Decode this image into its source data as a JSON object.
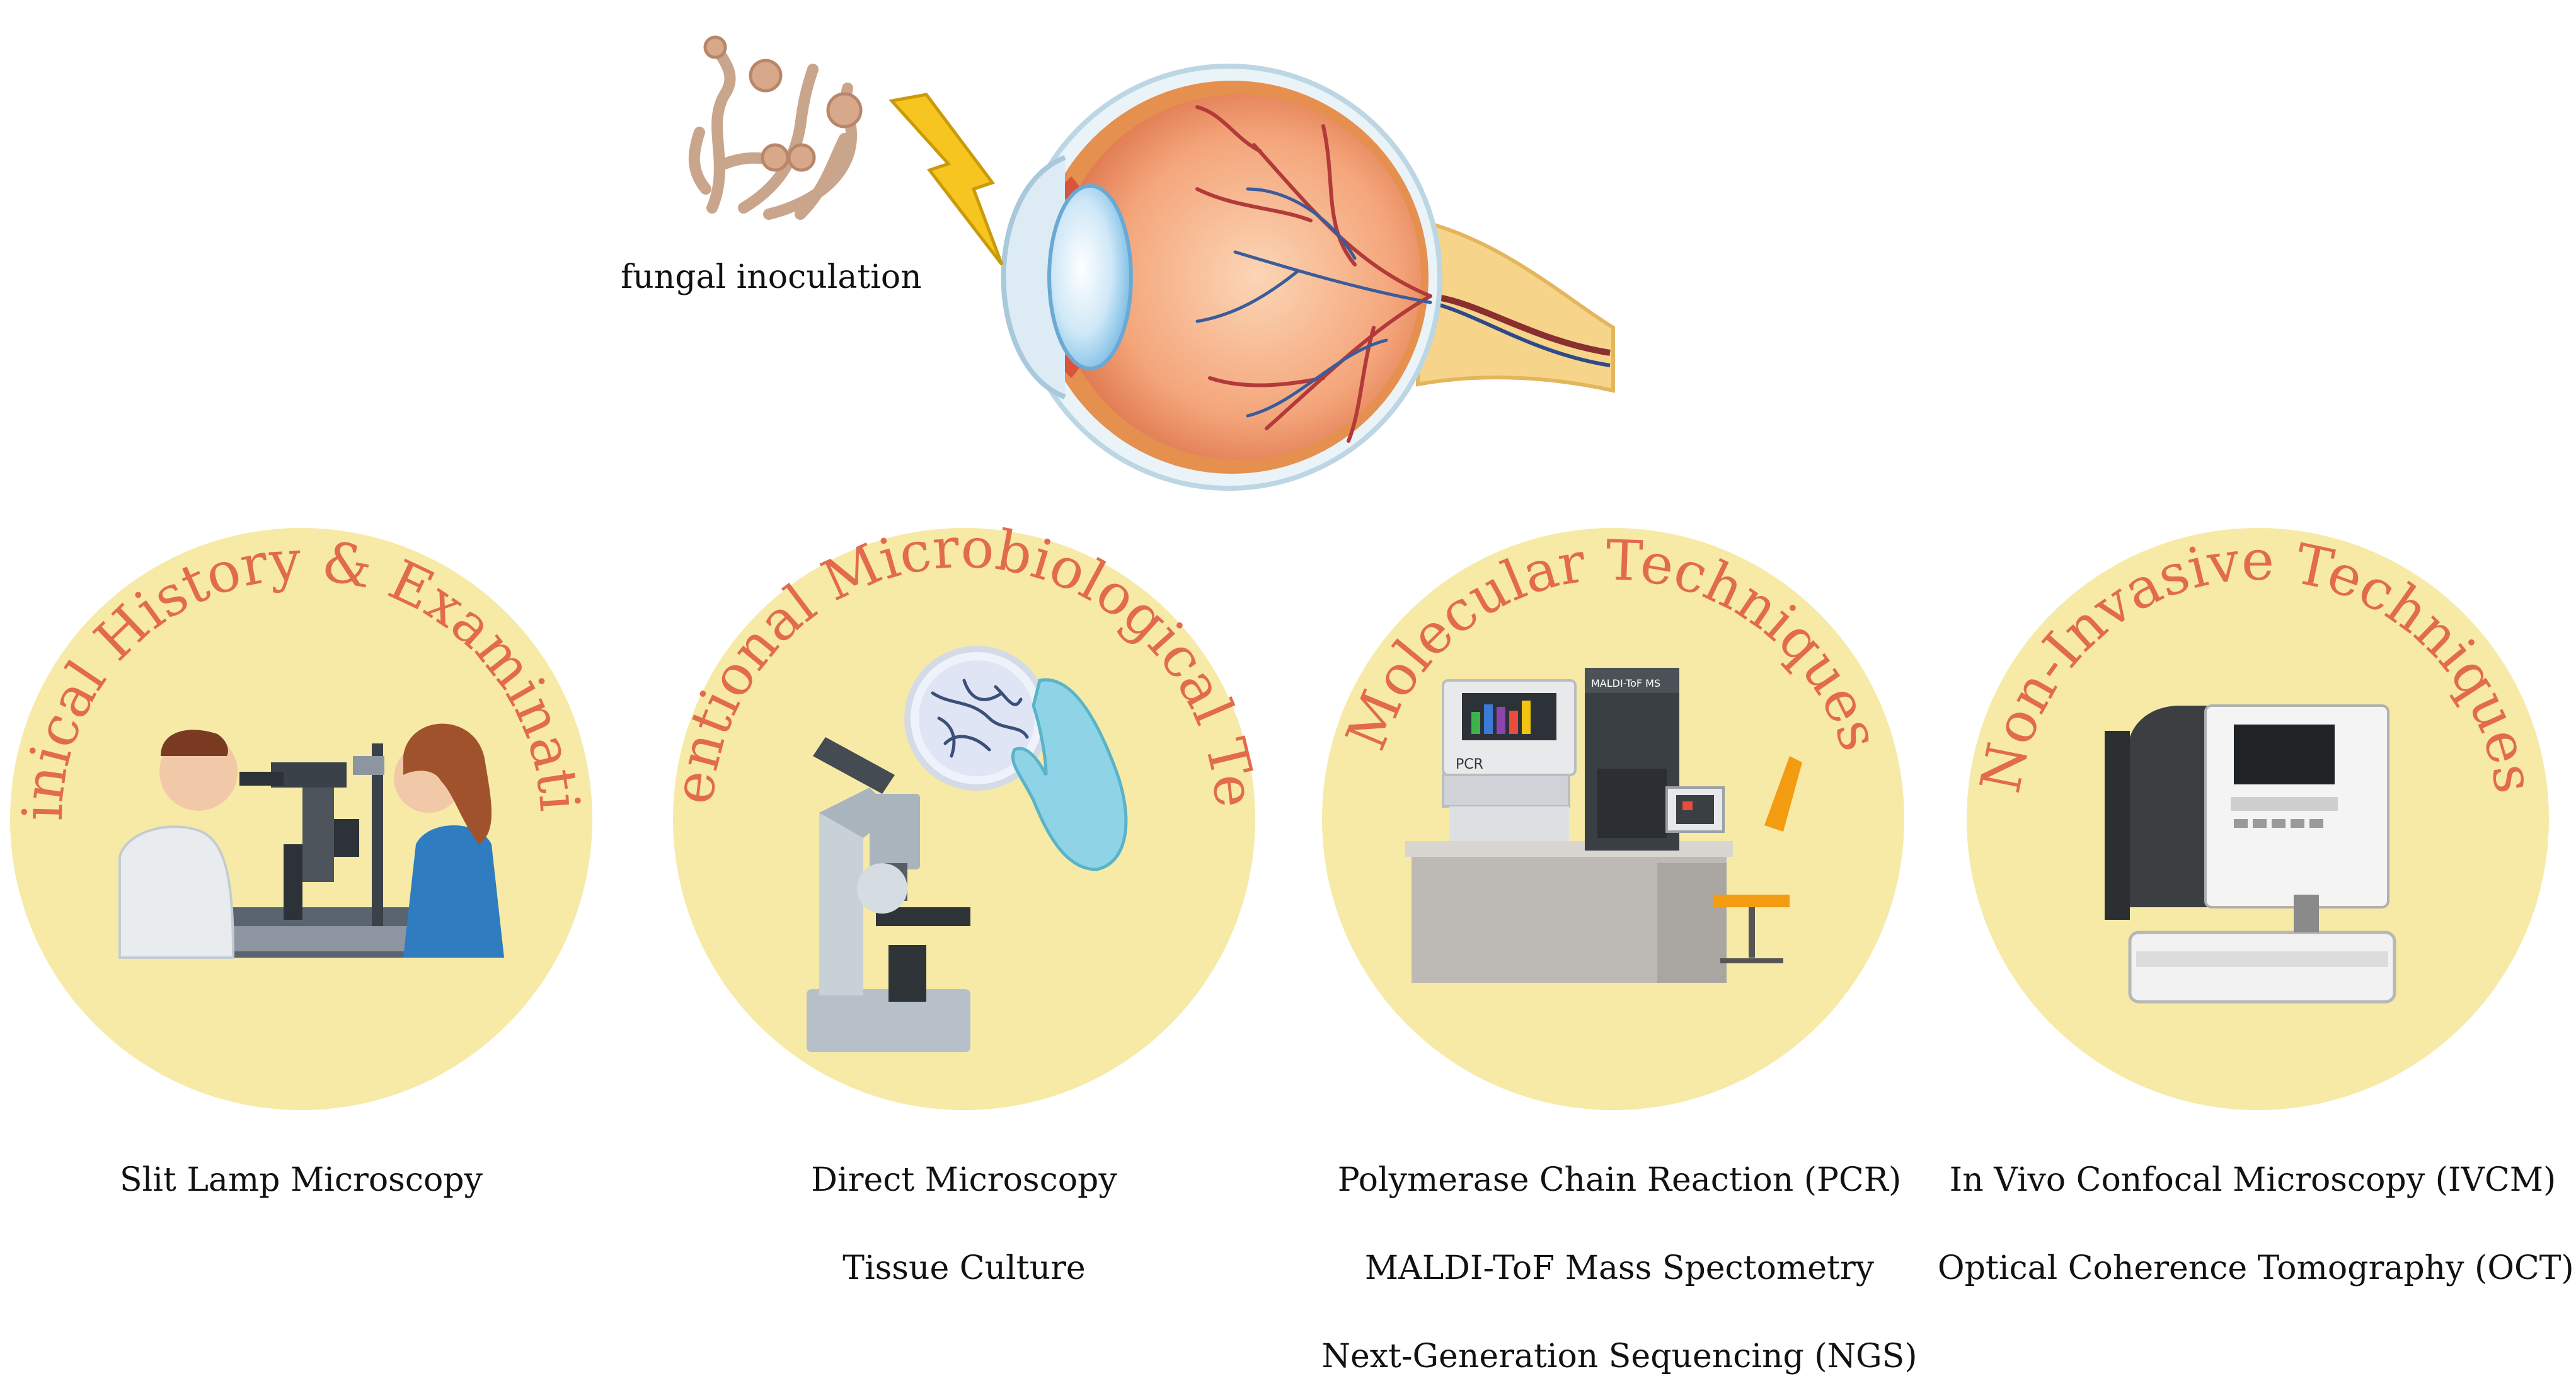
{
  "header": {
    "inoculation_label": "fungal inoculation"
  },
  "colors": {
    "circle_fill": "#f6eaa6",
    "arc_text": "#e26b4d",
    "method_text": "#111111"
  },
  "circles": [
    {
      "title": "Clinical History & Examination",
      "methods": [
        "Slit Lamp Microscopy"
      ],
      "illustration": "slit-lamp-exam-icon"
    },
    {
      "title": "Conventional Microbiological Testing",
      "methods": [
        "Direct Microscopy",
        "Tissue Culture"
      ],
      "illustration": "microscope-petri-dish-icon"
    },
    {
      "title": "Molecular Techniques",
      "methods": [
        "Polymerase Chain Reaction (PCR)",
        "MALDI-ToF Mass Spectometry",
        "Next-Generation Sequencing (NGS)"
      ],
      "illustration": "lab-equipment-icon",
      "pcr_label": "PCR",
      "maldi_label": "MALDI-ToF MS"
    },
    {
      "title": "Non-Invasive Techniques",
      "methods": [
        "In Vivo Confocal Microscopy (IVCM)",
        "Optical Coherence Tomography (OCT)"
      ],
      "illustration": "oct-device-icon"
    }
  ]
}
